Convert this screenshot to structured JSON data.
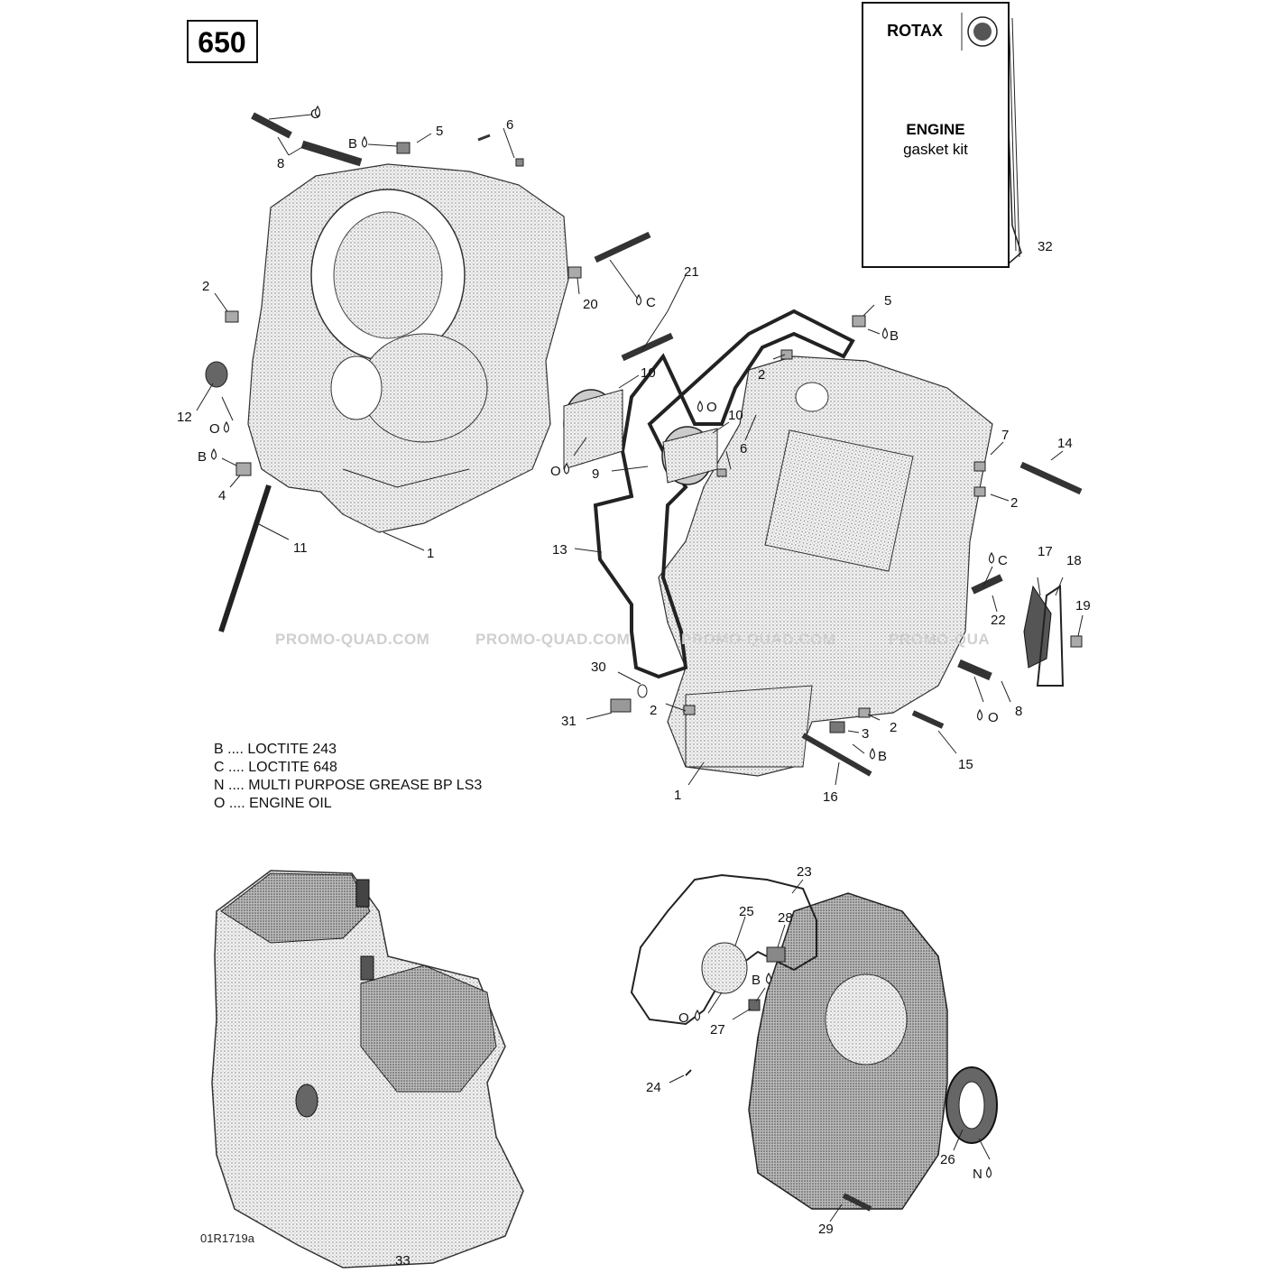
{
  "header": {
    "model": "650"
  },
  "kit": {
    "brand": "ROTAX",
    "title": "ENGINE",
    "subtitle": "gasket kit",
    "callout": "32"
  },
  "legend": [
    "B .... LOCTITE 243",
    "C .... LOCTITE 648",
    "N .... MULTI PURPOSE GREASE BP LS3",
    "O .... ENGINE OIL"
  ],
  "watermark": [
    "PROMO-QUAD.COM",
    "PROMO-QUAD.COM",
    "PROMO-QUAD.COM",
    "PROMO-QUA"
  ],
  "drawing_code": "01R1719a",
  "callouts": [
    "1",
    "1",
    "2",
    "2",
    "2",
    "2",
    "2",
    "3",
    "4",
    "5",
    "5",
    "6",
    "6",
    "7",
    "8",
    "8",
    "9",
    "10",
    "10",
    "11",
    "12",
    "13",
    "14",
    "15",
    "16",
    "17",
    "18",
    "19",
    "20",
    "21",
    "22",
    "23",
    "24",
    "25",
    "26",
    "27",
    "28",
    "29",
    "30",
    "31",
    "33"
  ],
  "symbols": [
    "O",
    "B",
    "C",
    "O",
    "O",
    "B",
    "B",
    "O",
    "C",
    "O",
    "B",
    "O",
    "B",
    "N"
  ]
}
